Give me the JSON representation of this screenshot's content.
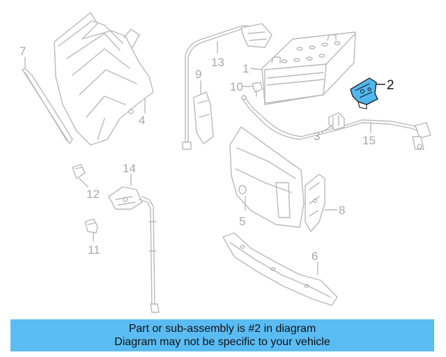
{
  "callouts": [
    {
      "id": "1",
      "label": "1"
    },
    {
      "id": "2",
      "label": "2"
    },
    {
      "id": "3",
      "label": "3"
    },
    {
      "id": "4",
      "label": "4"
    },
    {
      "id": "5",
      "label": "5"
    },
    {
      "id": "6",
      "label": "6"
    },
    {
      "id": "7",
      "label": "7"
    },
    {
      "id": "8",
      "label": "8"
    },
    {
      "id": "9",
      "label": "9"
    },
    {
      "id": "10",
      "label": "10"
    },
    {
      "id": "11",
      "label": "11"
    },
    {
      "id": "12",
      "label": "12"
    },
    {
      "id": "13",
      "label": "13"
    },
    {
      "id": "14",
      "label": "14"
    },
    {
      "id": "15",
      "label": "15"
    }
  ],
  "highlighted_part": "2",
  "colors": {
    "highlight": "#52b6ee",
    "banner": "#5bbcf4",
    "line_art": "#b9b9b9"
  },
  "banner": {
    "line1": "Part or sub-assembly is #2 in diagram",
    "line2": "Diagram may not be specific to your vehicle"
  }
}
